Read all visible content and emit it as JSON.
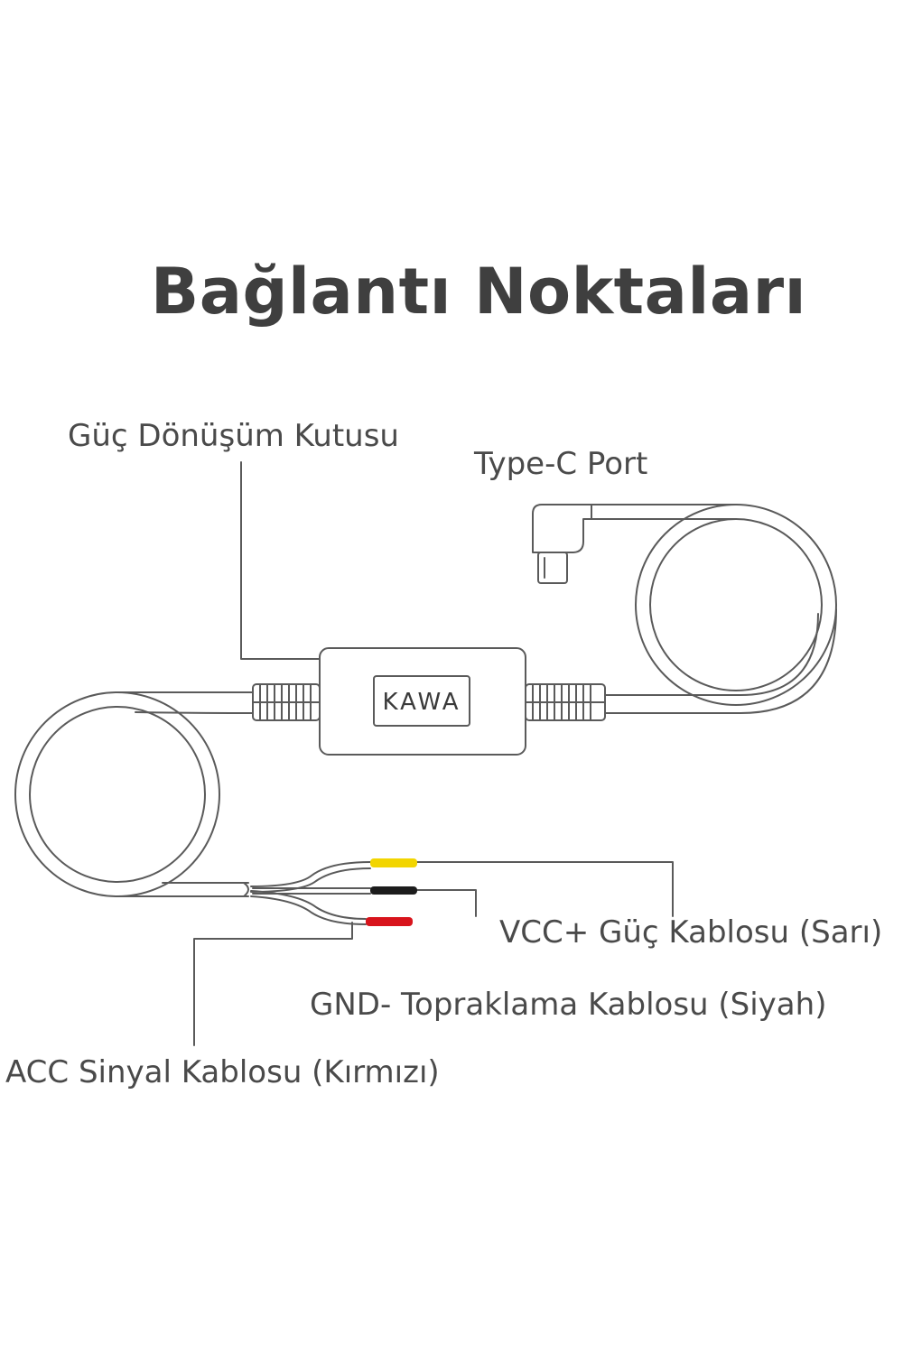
{
  "title": "Bağlantı Noktaları",
  "brand": "KAWA",
  "labels": {
    "power_box": "Güç Dönüşüm Kutusu",
    "type_c": "Type-C Port",
    "vcc": "VCC+ Güç Kablosu (Sarı)",
    "gnd": "GND- Topraklama Kablosu (Siyah)",
    "acc": "ACC Sinyal Kablosu (Kırmızı)"
  },
  "colors": {
    "yellow_wire": "#f2d500",
    "black_wire": "#1c1c1c",
    "red_wire": "#d8141c",
    "line": "#5a5a5a"
  }
}
